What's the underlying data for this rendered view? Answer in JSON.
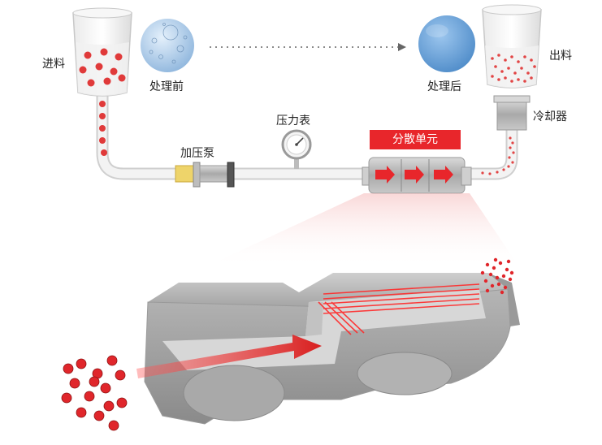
{
  "labels": {
    "feed": "进料",
    "before": "处理前",
    "after": "处理后",
    "output": "出料",
    "cooler": "冷却器",
    "pump": "加压泵",
    "gauge": "压力表",
    "unit": "分散单元"
  },
  "colors": {
    "accent": "#e8262b",
    "pipe": "#e3e3e3",
    "metal": "#b9b9b9",
    "sphere_before": "#bcd6f0",
    "sphere_after": "#6ea6dc"
  }
}
